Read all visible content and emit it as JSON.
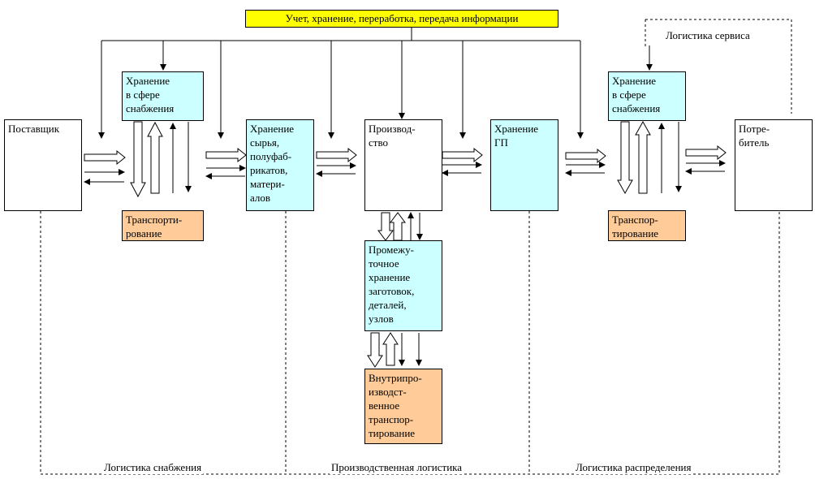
{
  "info_bar": "Учет, хранение, переработка, передача информации",
  "service_logistics": "Логистика сервиса",
  "boxes": {
    "supplier": "Поставщик",
    "supply_storage_left": "Хранение\nв сфере\nснабжения",
    "supply_transport": "Транспорти-\nрование",
    "raw_storage": "Хранение\nсырья,\nполуфаб-\nрикатов,\nматери-\nалов",
    "production": "Производ-\nство",
    "intermediate_storage": "Промежу-\nточное\nхранение\nзаготовок,\nдеталей,\nузлов",
    "internal_transport": "Внутрипро-\nизводст-\nвенное\nтранспор-\nтирование",
    "finished_goods_storage": "Хранение\nГП",
    "supply_storage_right": "Хранение\nв сфере\nснабжения",
    "distribution_transport": "Транспор-\nтирование",
    "consumer": "Потре-\nбитель"
  },
  "sections": {
    "supply": "Логистика снабжения",
    "production": "Производственная логистика",
    "distribution": "Логистика распределения"
  },
  "colors": {
    "info_bar": "#ffff00",
    "storage": "#ccffff",
    "transport": "#ffcc99",
    "endpoint": "#ffffff"
  }
}
